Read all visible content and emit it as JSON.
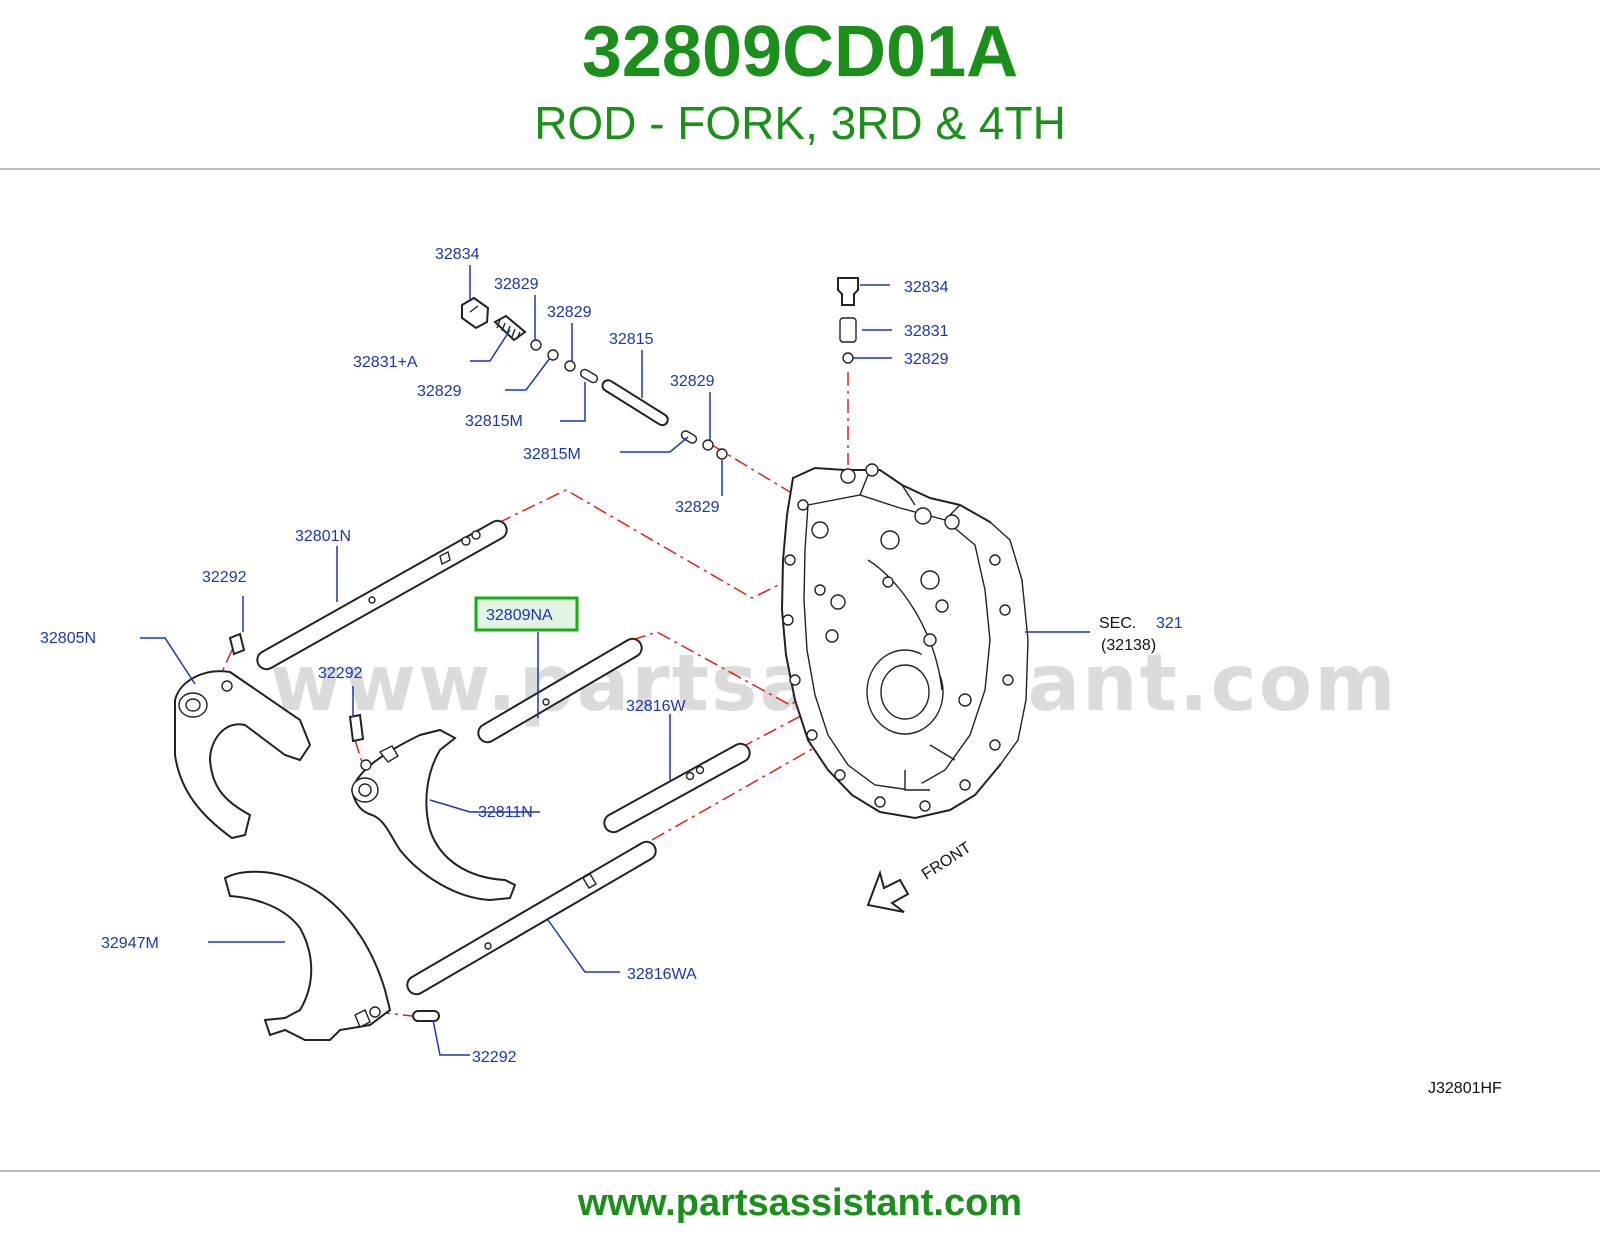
{
  "header": {
    "part_number": "32809CD01A",
    "description": "ROD - FORK, 3RD & 4TH"
  },
  "footer": {
    "url": "www.partsassistant.com"
  },
  "watermark": "www.partsassistant.com",
  "diagram": {
    "code": "J32801HF",
    "front_label": "FRONT",
    "labels": {
      "l_32834_a": "32834",
      "l_32829_a": "32829",
      "l_32829_b": "32829",
      "l_32815": "32815",
      "l_32831a": "32831+A",
      "l_32829_c": "32829",
      "l_32815m_a": "32815M",
      "l_32829_d": "32829",
      "l_32815m_b": "32815M",
      "l_32829_e": "32829",
      "l_32834_b": "32834",
      "l_32831": "32831",
      "l_32829_f": "32829",
      "l_32801n": "32801N",
      "l_32292_a": "32292",
      "l_32805n": "32805N",
      "l_32809na": "32809NA",
      "l_32292_b": "32292",
      "l_32816w": "32816W",
      "l_32811n": "32811N",
      "l_32947m": "32947M",
      "l_32816wa": "32816WA",
      "l_32292_c": "32292"
    },
    "sec": {
      "prefix": "SEC.",
      "number": "321",
      "ref": "(32138)"
    },
    "highlighted_part": "32809NA"
  },
  "colors": {
    "title_green": "#1a8f1a",
    "label_blue": "#1c36b8",
    "dash_red": "#e02020",
    "highlight_green": "#12b012"
  }
}
